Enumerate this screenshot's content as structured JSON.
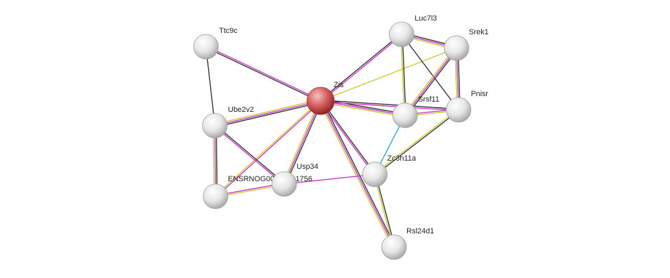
{
  "colors": {
    "background": "#ffffff",
    "node_default": "#d9d9d9",
    "node_query": "#c84848",
    "edge_black": "#333333",
    "edge_magenta": "#cc33cc",
    "edge_yellow": "#cccc33",
    "edge_cyan": "#33aacc"
  },
  "nodes": [
    {
      "id": "Zis",
      "label": "Zis",
      "query": true
    },
    {
      "id": "Ttc9c",
      "label": "Ttc9c",
      "query": false
    },
    {
      "id": "Ube2v2",
      "label": "Ube2v2",
      "query": false
    },
    {
      "id": "ENSRNOG00000001756",
      "label": "ENSRNOG00000001756",
      "query": false
    },
    {
      "id": "Usp34",
      "label": "Usp34",
      "query": false
    },
    {
      "id": "Luc7l3",
      "label": "Luc7l3",
      "query": false
    },
    {
      "id": "Srek1",
      "label": "Srek1",
      "query": false
    },
    {
      "id": "Srsf11",
      "label": "Srsf11",
      "query": false
    },
    {
      "id": "Pnisr",
      "label": "Pnisr",
      "query": false
    },
    {
      "id": "Zc3h11a",
      "label": "Zc3h11a",
      "query": false
    },
    {
      "id": "Rsl24d1",
      "label": "Rsl24d1",
      "query": false
    }
  ],
  "edges": [
    {
      "source": "Zis",
      "target": "Ttc9c",
      "evidence": [
        "black",
        "magenta"
      ]
    },
    {
      "source": "Zis",
      "target": "Ube2v2",
      "evidence": [
        "black",
        "magenta",
        "yellow"
      ]
    },
    {
      "source": "Zis",
      "target": "ENSRNOG00000001756",
      "evidence": [
        "magenta",
        "yellow"
      ]
    },
    {
      "source": "Zis",
      "target": "Usp34",
      "evidence": [
        "black",
        "magenta",
        "yellow"
      ]
    },
    {
      "source": "Zis",
      "target": "Luc7l3",
      "evidence": [
        "black",
        "magenta"
      ]
    },
    {
      "source": "Zis",
      "target": "Srek1",
      "evidence": [
        "yellow"
      ]
    },
    {
      "source": "Zis",
      "target": "Srsf11",
      "evidence": [
        "black",
        "magenta",
        "yellow"
      ]
    },
    {
      "source": "Zis",
      "target": "Pnisr",
      "evidence": [
        "black",
        "magenta"
      ]
    },
    {
      "source": "Zis",
      "target": "Zc3h11a",
      "evidence": [
        "black",
        "magenta"
      ]
    },
    {
      "source": "Zis",
      "target": "Rsl24d1",
      "evidence": [
        "black",
        "magenta",
        "yellow"
      ]
    },
    {
      "source": "Ttc9c",
      "target": "Ube2v2",
      "evidence": [
        "black"
      ]
    },
    {
      "source": "Ube2v2",
      "target": "ENSRNOG00000001756",
      "evidence": [
        "black",
        "magenta",
        "yellow"
      ]
    },
    {
      "source": "Ube2v2",
      "target": "Usp34",
      "evidence": [
        "black",
        "magenta"
      ]
    },
    {
      "source": "ENSRNOG00000001756",
      "target": "Usp34",
      "evidence": [
        "magenta",
        "yellow"
      ]
    },
    {
      "source": "Usp34",
      "target": "Zc3h11a",
      "evidence": [
        "magenta"
      ]
    },
    {
      "source": "Luc7l3",
      "target": "Srek1",
      "evidence": [
        "black",
        "magenta",
        "yellow"
      ]
    },
    {
      "source": "Luc7l3",
      "target": "Srsf11",
      "evidence": [
        "black",
        "yellow"
      ]
    },
    {
      "source": "Luc7l3",
      "target": "Pnisr",
      "evidence": [
        "black"
      ]
    },
    {
      "source": "Srek1",
      "target": "Srsf11",
      "evidence": [
        "black",
        "magenta",
        "yellow"
      ]
    },
    {
      "source": "Srek1",
      "target": "Pnisr",
      "evidence": [
        "black",
        "magenta",
        "yellow"
      ]
    },
    {
      "source": "Srsf11",
      "target": "Pnisr",
      "evidence": [
        "magenta",
        "yellow"
      ]
    },
    {
      "source": "Srsf11",
      "target": "Zc3h11a",
      "evidence": [
        "cyan"
      ]
    },
    {
      "source": "Pnisr",
      "target": "Zc3h11a",
      "evidence": [
        "black",
        "yellow"
      ]
    },
    {
      "source": "Zc3h11a",
      "target": "Rsl24d1",
      "evidence": [
        "black",
        "yellow"
      ]
    }
  ]
}
